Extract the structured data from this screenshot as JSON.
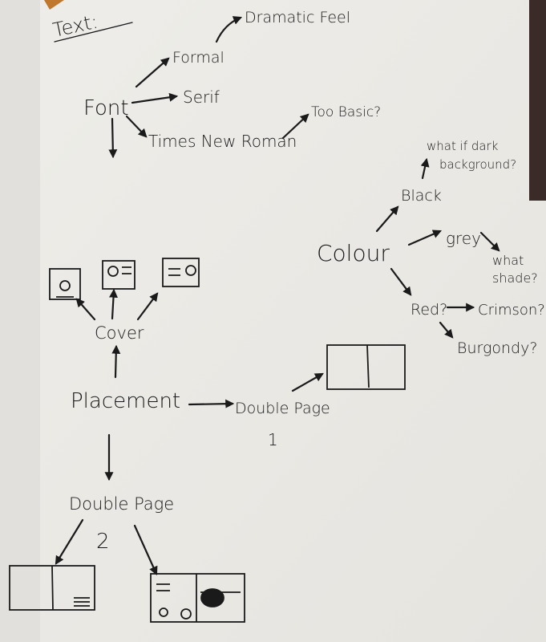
{
  "title": "Text:",
  "font_branch": {
    "root": "Font",
    "formal": "Formal",
    "dramatic": "Dramatic Feel",
    "serif": "Serif",
    "times": "Times New Roman",
    "too_basic": "Too Basic?"
  },
  "colour_branch": {
    "root": "Colour",
    "black": "Black",
    "dark_bg_line1": "what if dark",
    "dark_bg_line2": "background?",
    "grey": "grey",
    "shade_line1": "what",
    "shade_line2": "shade?",
    "red": "Red?",
    "crimson": "Crimson?",
    "burgondy": "Burgondy?"
  },
  "placement_branch": {
    "root": "Placement",
    "cover": "Cover",
    "double_page_1": "Double Page",
    "double_page_1_num": "1",
    "double_page_2": "Double Page",
    "double_page_2_num": "2"
  },
  "colors": {
    "ink": "#1a1a1a",
    "paper": "#ecebe8"
  }
}
